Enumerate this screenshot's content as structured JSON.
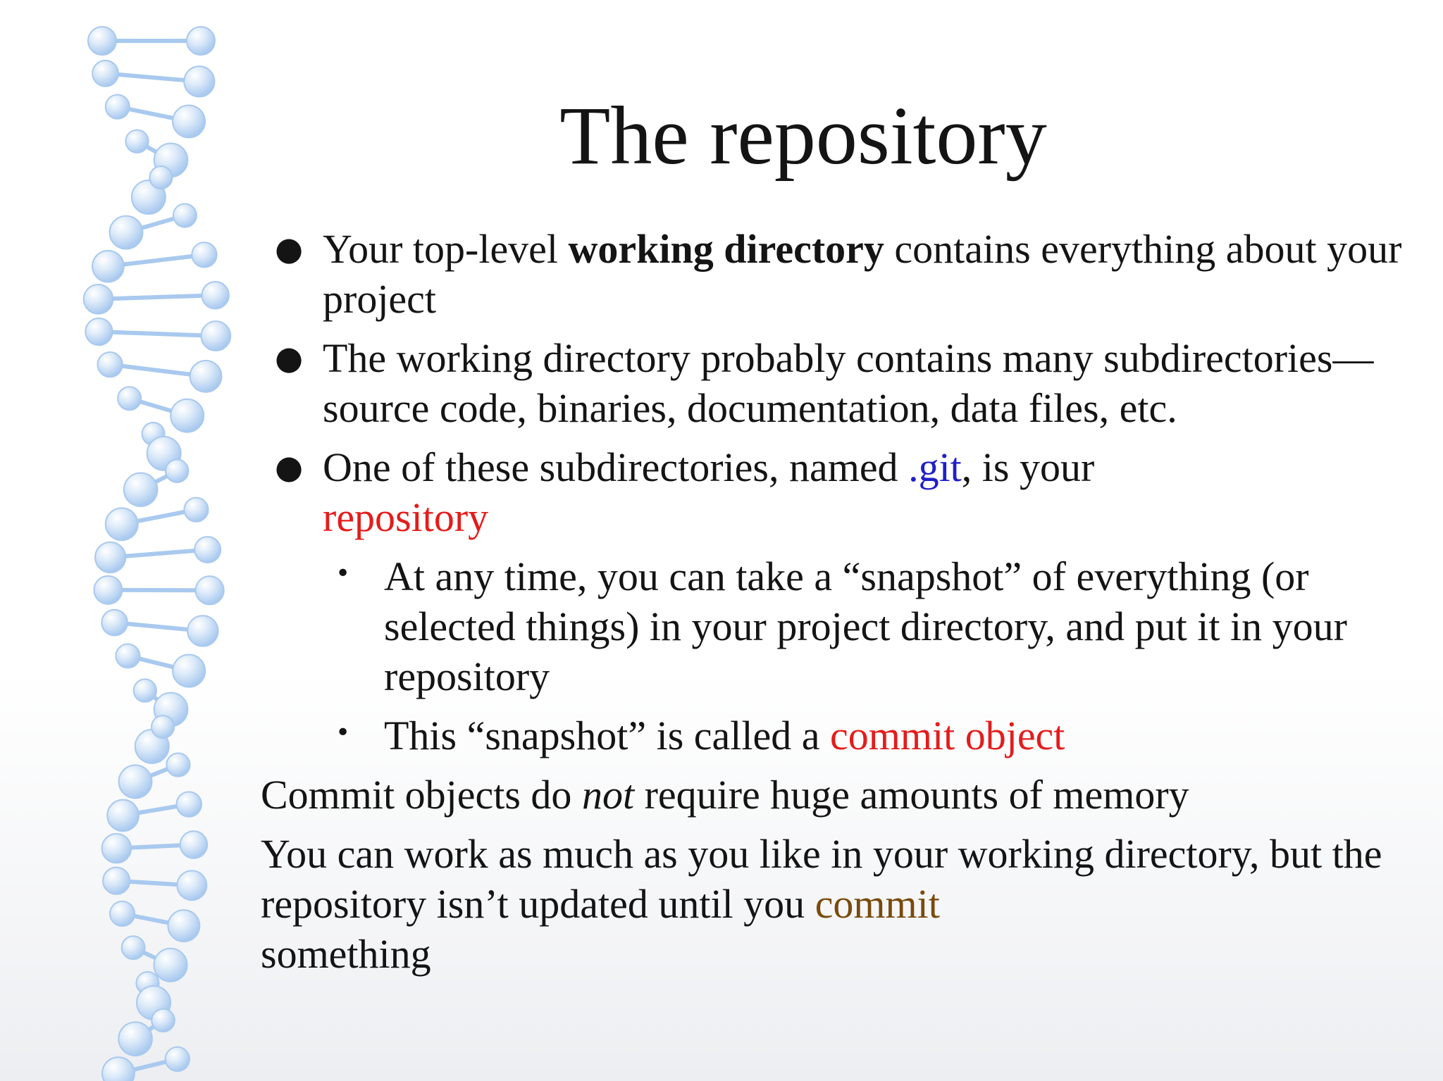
{
  "slide": {
    "title": "The repository",
    "bullets": [
      {
        "part1": "Your top-level ",
        "bold": "working directory",
        "part2": " contains everything about your project"
      },
      {
        "text": "The working directory probably contains many subdirectories—source code, binaries, documentation, data files, etc."
      },
      {
        "part1": "One of these subdirectories, named ",
        "git": ".git",
        "part2": ", is your ",
        "repo": "repository"
      }
    ],
    "subbullets": [
      {
        "text": "At any time, you can take a “snapshot” of everything (or selected things) in your project directory, and put it in your repository"
      },
      {
        "part1": "This “snapshot” is called a ",
        "highlight": "commit object"
      }
    ],
    "paragraphs": [
      {
        "part1": "Commit objects do ",
        "italic": "not",
        "part2": " require huge amounts of memory"
      },
      {
        "part1": "You can work as much as you like in your working directory, but the repository isn’t updated until you ",
        "highlight": "commit",
        "part2": " something"
      }
    ]
  },
  "colors": {
    "git": "#1f1fc8",
    "red": "#e41c1c",
    "brown": "#7a4a0c",
    "dna": "#a9c9ef"
  },
  "icons": {
    "decoration": "dna-helix",
    "bullet": "bullet-dot",
    "sub_bullet": "small-bullet-dot"
  }
}
